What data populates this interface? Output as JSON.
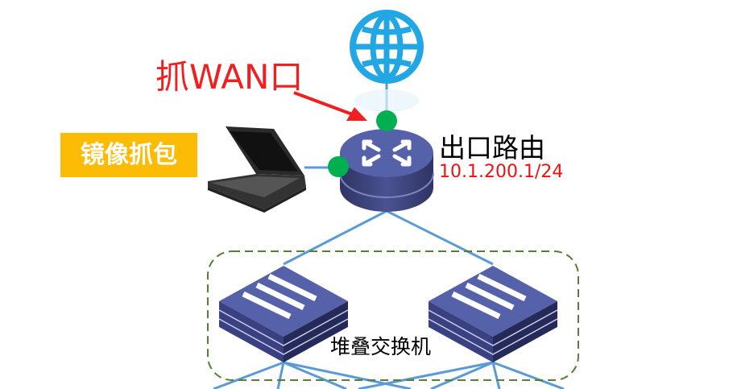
{
  "labels": {
    "capture_wan": "抓WAN口",
    "mirror_capture": "镜像抓包",
    "egress_router": "出口路由",
    "router_ip": "10.1.200.1/24",
    "stacked_switch": "堆叠交换机"
  },
  "colors": {
    "link": "#5b9bd5",
    "port_dot": "#00b050",
    "arrow": "#f02020",
    "device": "#4e5a9e",
    "stack_border": "#548235",
    "mirror_bg": "#fcbc05"
  }
}
